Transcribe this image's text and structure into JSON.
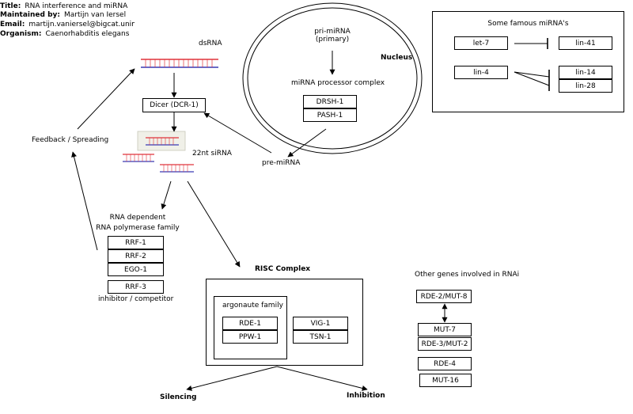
{
  "meta": [
    {
      "key": "Title:",
      "value": "RNA interference and miRNA"
    },
    {
      "key": "Maintained by:",
      "value": "Martijn van Iersel"
    },
    {
      "key": "Email:",
      "value": "martijn.vaniersel@bigcat.unima"
    },
    {
      "key": "Organism:",
      "value": "Caenorhabditis elegans"
    }
  ],
  "labels": {
    "dsrna": "dsRNA",
    "dicer": "Dicer (DCR-1)",
    "sirna": "22nt siRNA",
    "feedback": "Feedback / Spreading",
    "rdrp_line1": "RNA dependent",
    "rdrp_line2": "RNA polymerase family",
    "inhibitor": "inhibitor / competitor",
    "risc": "RISC Complex",
    "argonaute": "argonaute family",
    "silencing": "Silencing",
    "inhibition": "Inhibition",
    "pre_mirna": "pre-miRNA",
    "pri_mirna_line1": "pri-miRNA",
    "pri_mirna_line2": "(primary)",
    "mirna_processor": "miRNA processor complex",
    "nucleus": "Nucleus",
    "famous_title": "Some famous miRNA's",
    "other_genes": "Other genes involved in RNAi"
  },
  "genes": {
    "rrf1": "RRF-1",
    "rrf2": "RRF-2",
    "ego1": "EGO-1",
    "rrf3": "RRF-3",
    "rde1": "RDE-1",
    "ppw1": "PPW-1",
    "vig1": "VIG-1",
    "tsn1": "TSN-1",
    "drsh1": "DRSH-1",
    "pash1": "PASH-1",
    "let7": "let-7",
    "lin41": "lin-41",
    "lin4": "lin-4",
    "lin14": "lin-14",
    "lin28": "lin-28",
    "rde2": "RDE-2/MUT-8",
    "mut7": "MUT-7",
    "rde3": "RDE-3/MUT-2",
    "rde4": "RDE-4",
    "mut16": "MUT-16"
  },
  "colors": {
    "sense_strand": "#e0343c",
    "antisense_strand": "#3a3ab4",
    "line": "#000000"
  }
}
